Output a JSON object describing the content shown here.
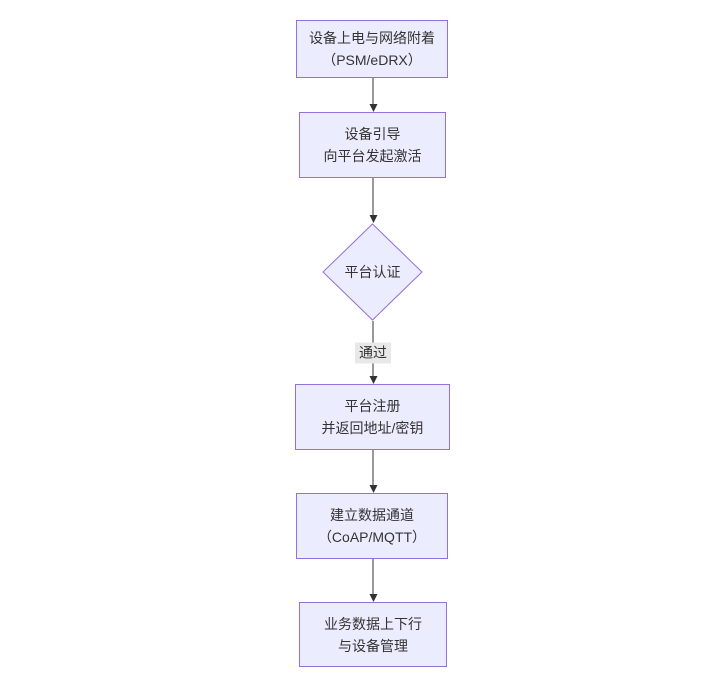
{
  "diagram": {
    "type": "flowchart",
    "direction": "top-down",
    "nodes": [
      {
        "id": "power-network-attach",
        "shape": "rect",
        "lines": [
          "设备上电与网络附着",
          "（PSM/eDRX）"
        ]
      },
      {
        "id": "device-bootstrap",
        "shape": "rect",
        "lines": [
          "设备引导",
          "向平台发起激活"
        ]
      },
      {
        "id": "platform-auth",
        "shape": "diamond",
        "lines": [
          "平台认证"
        ]
      },
      {
        "id": "platform-register",
        "shape": "rect",
        "lines": [
          "平台注册",
          "并返回地址/密钥"
        ]
      },
      {
        "id": "data-channel",
        "shape": "rect",
        "lines": [
          "建立数据通道",
          "（CoAP/MQTT）"
        ]
      },
      {
        "id": "business-data",
        "shape": "rect",
        "lines": [
          "业务数据上下行",
          "与设备管理"
        ]
      }
    ],
    "edges": [
      {
        "from": "power-network-attach",
        "to": "device-bootstrap",
        "label": ""
      },
      {
        "from": "device-bootstrap",
        "to": "platform-auth",
        "label": ""
      },
      {
        "from": "platform-auth",
        "to": "platform-register",
        "label": "通过"
      },
      {
        "from": "platform-register",
        "to": "data-channel",
        "label": ""
      },
      {
        "from": "data-channel",
        "to": "business-data",
        "label": ""
      }
    ],
    "colors": {
      "node_fill": "#ECECFF",
      "node_border": "#9370DB",
      "text": "#333333",
      "edge_line": "#333333",
      "edge_label_bg": "#e8e8e8",
      "background": "#ffffff"
    }
  }
}
